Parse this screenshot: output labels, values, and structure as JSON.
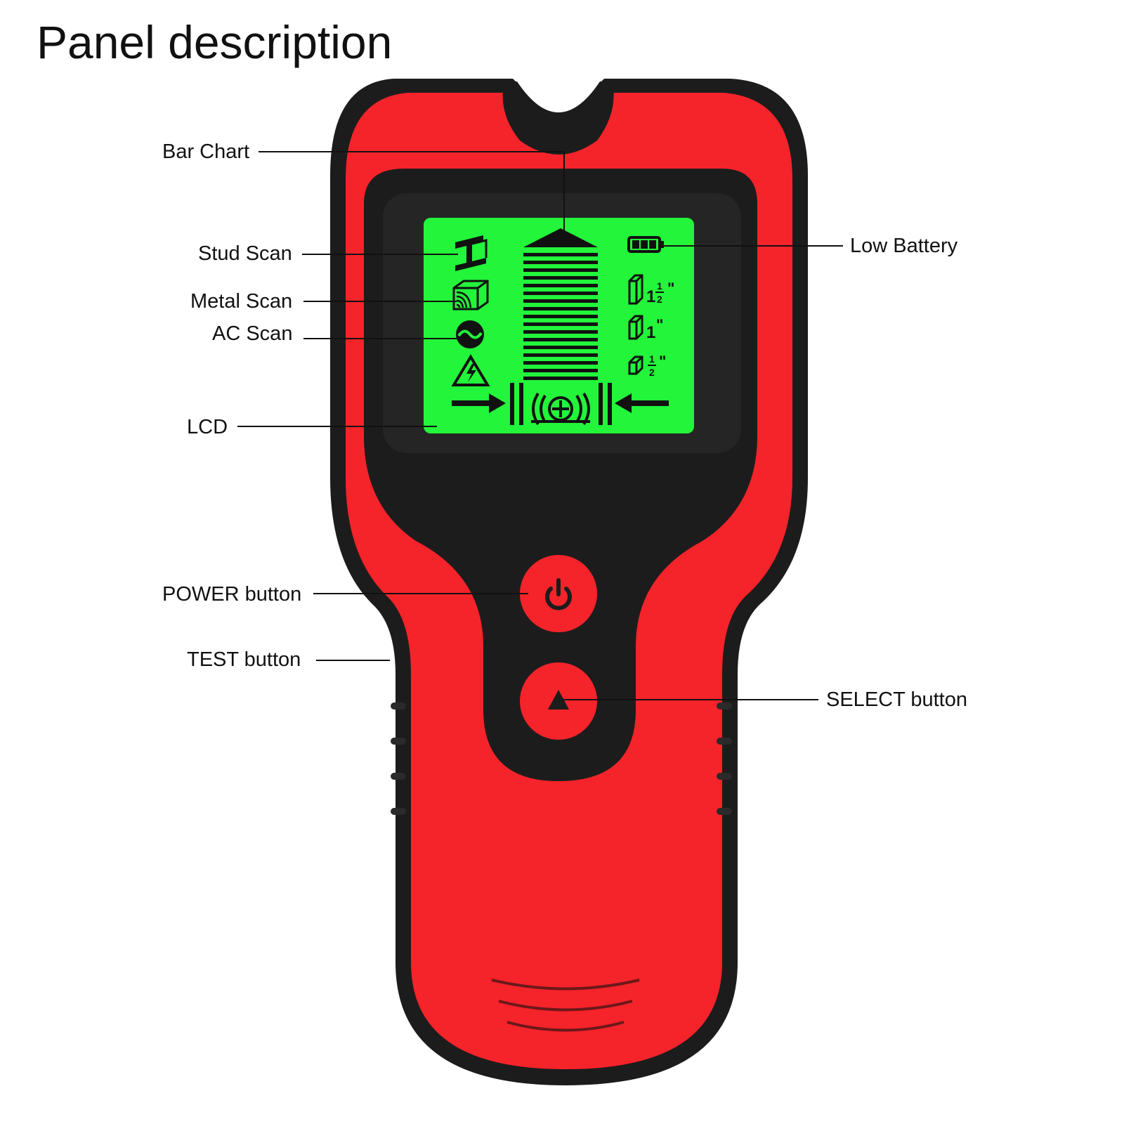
{
  "title": "Panel description",
  "labels": {
    "bar_chart": "Bar Chart",
    "stud_scan": "Stud Scan",
    "metal_scan": "Metal Scan",
    "ac_scan": "AC Scan",
    "lcd": "LCD",
    "power_button": "POWER button",
    "test_button": "TEST button",
    "low_battery": "Low Battery",
    "select_button": "SELECT button"
  },
  "lcd_depths": {
    "depth_1": "1",
    "depth_1_half_num": "1",
    "depth_1_half_den": "2",
    "depth_2": "1",
    "depth_3_num": "1",
    "depth_3_den": "2",
    "inch_mark": "\""
  },
  "icons": {
    "stud": "stud-i-beam-icon",
    "metal": "metal-block-icon",
    "ac": "ac-sine-icon",
    "warning": "high-voltage-warning-icon",
    "battery": "battery-icon",
    "power": "power-icon",
    "select": "triangle-up-icon",
    "target": "target-crosshair-icon"
  },
  "colors": {
    "body_red": "#f5232a",
    "body_black": "#1c1c1c",
    "lcd_green": "#22f53a"
  }
}
